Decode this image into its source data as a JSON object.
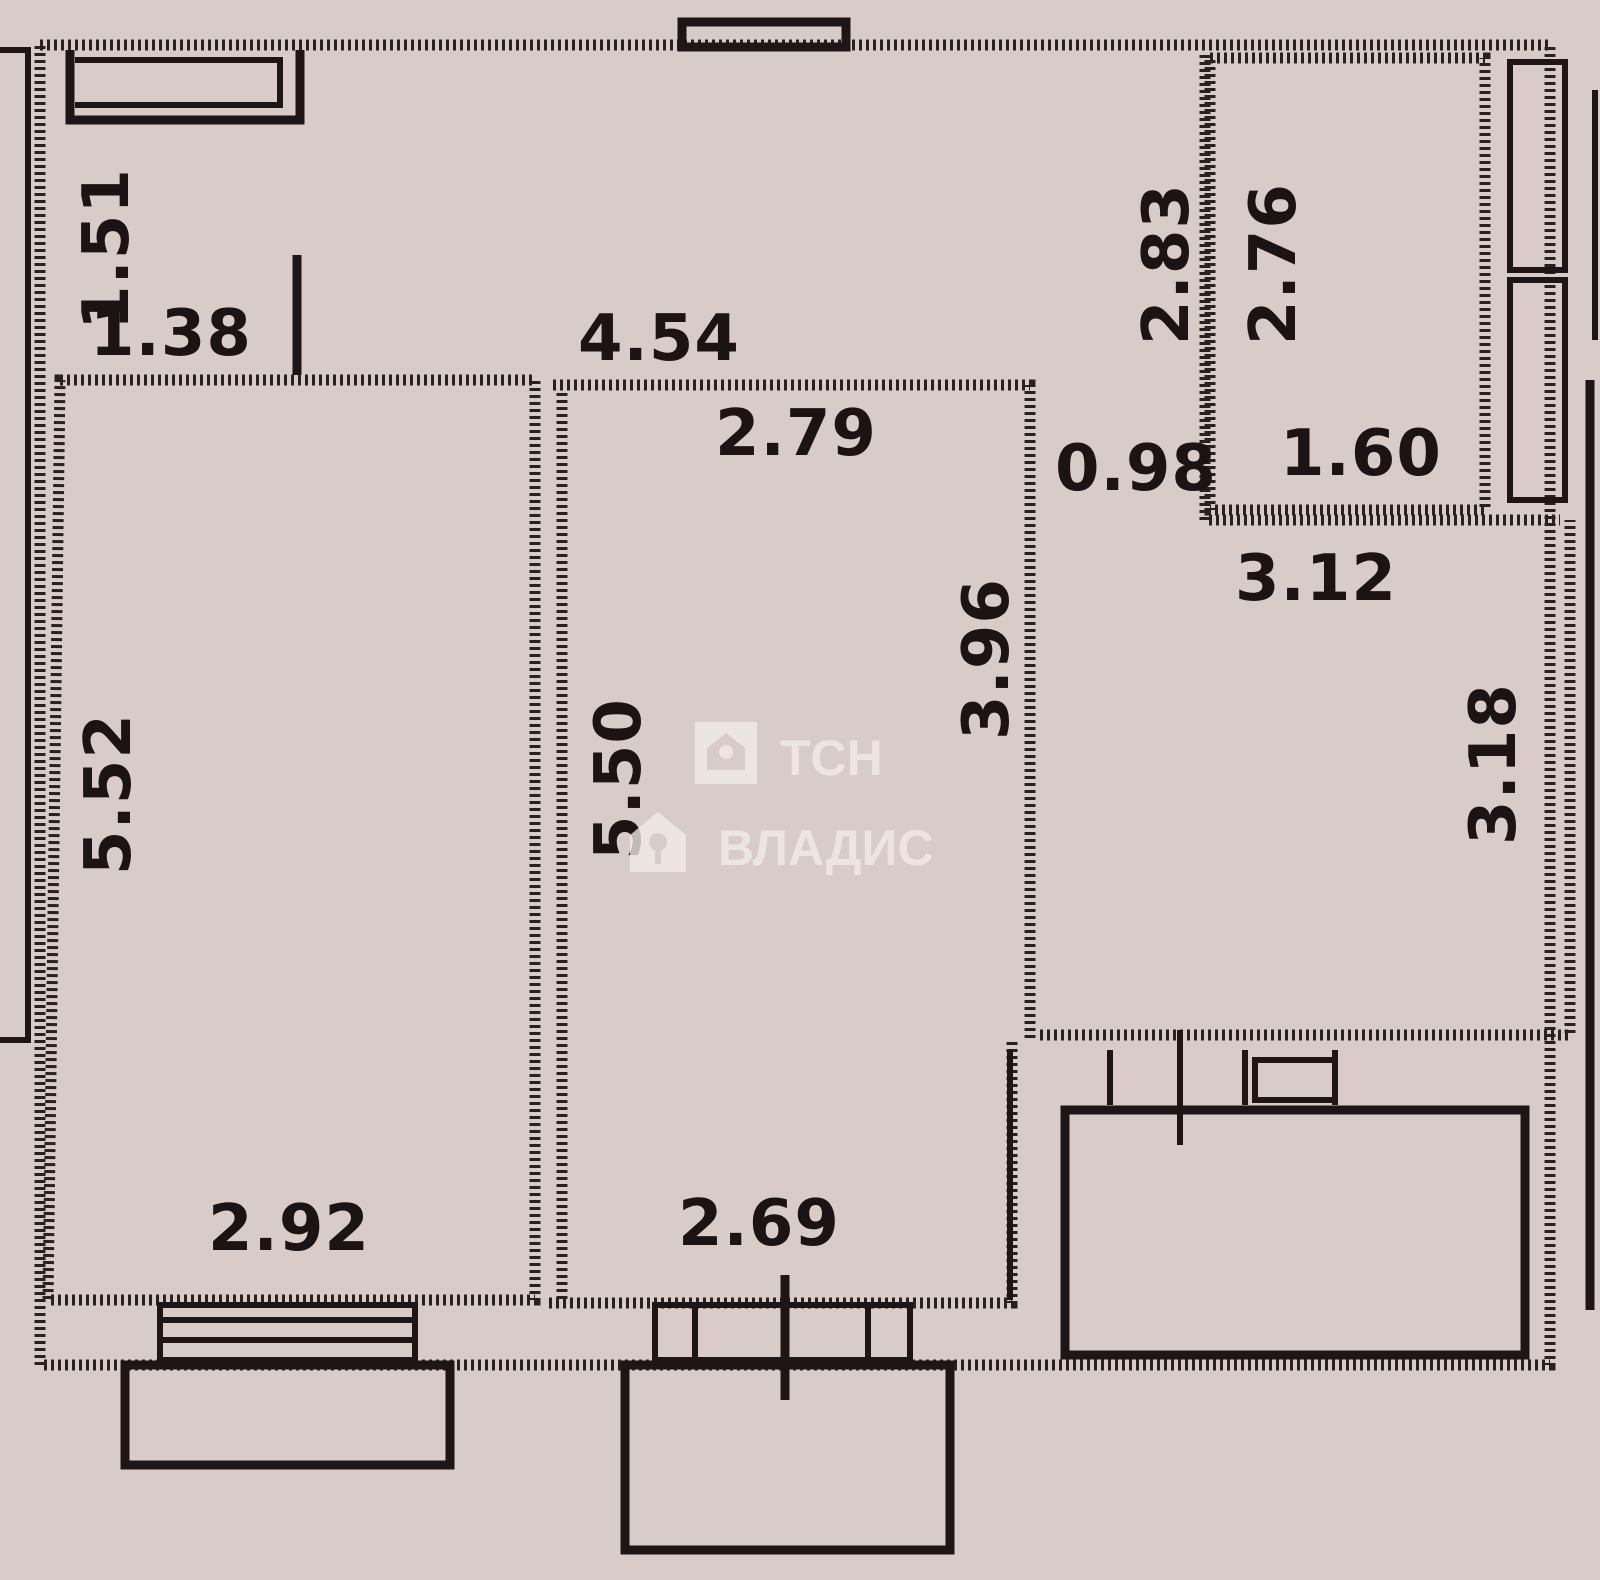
{
  "dimensions": {
    "top_left_vertical": "1.51",
    "top_left_horizontal": "1.38",
    "corridor_width": "4.54",
    "wc_height_a": "2.83",
    "wc_height_b": "2.76",
    "wc_gap": "0.98",
    "wc_width": "1.60",
    "room_mid_top": "2.79",
    "room_mid_right": "3.96",
    "kitchen_top": "3.12",
    "kitchen_right": "3.18",
    "room_left_height": "5.52",
    "room_mid_height": "5.50",
    "room_left_bottom": "2.92",
    "room_mid_bottom": "2.69"
  },
  "watermark": {
    "line1": "ТСН",
    "line2": "ВЛАДИС"
  },
  "colors": {
    "background": "#d9ccc8",
    "walls": "#1e1616",
    "watermark": "#f2ecea"
  }
}
